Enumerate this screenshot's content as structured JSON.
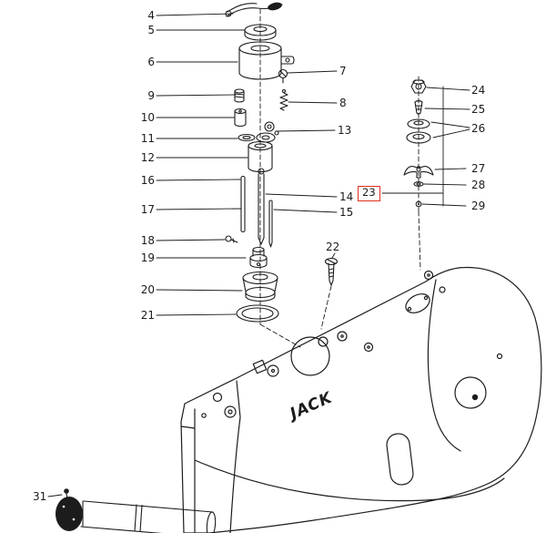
{
  "brand_logo": "JACK",
  "colors": {
    "line": "#1c1c1c",
    "highlight": "#e03022",
    "background": "#ffffff"
  },
  "highlighted_part": "23",
  "part_labels": {
    "p4": "4",
    "p5": "5",
    "p6": "6",
    "p7": "7",
    "p8": "8",
    "p9": "9",
    "p10": "10",
    "p11": "11",
    "p12": "12",
    "p13": "13",
    "p14": "14",
    "p15": "15",
    "p16": "16",
    "p17": "17",
    "p18": "18",
    "p19": "19",
    "p20": "20",
    "p21": "21",
    "p22": "22",
    "p23": "23",
    "p24": "24",
    "p25": "25",
    "p26": "26",
    "p27": "27",
    "p28": "28",
    "p29": "29",
    "p31": "31"
  }
}
